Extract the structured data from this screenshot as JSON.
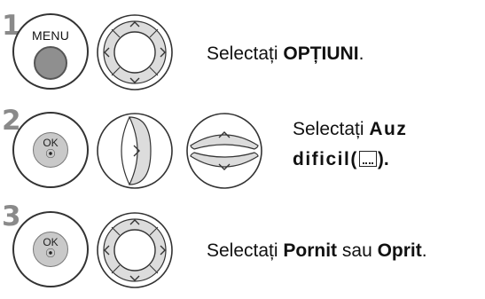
{
  "steps": [
    {
      "number": "1",
      "first_button": "menu-button",
      "first_label": "MENU",
      "pad": "four-way-navigation-pad",
      "instruction": {
        "prefix": "Selectați ",
        "bold": "OPȚIUNI",
        "suffix": "."
      }
    },
    {
      "number": "2",
      "first_button": "ok-button",
      "ok_label": "OK",
      "ok_symbol": "⦿",
      "pad": "right-arrow-button and up-down-arrow-buttons",
      "instruction": {
        "prefix": "Selectați ",
        "bold_line1": "Auz",
        "bold_line2": "dificil(",
        "icon": "closed-caption-icon",
        "suffix": ")."
      }
    },
    {
      "number": "3",
      "first_button": "ok-button",
      "ok_label": "OK",
      "ok_symbol": "⦿",
      "pad": "four-way-navigation-pad",
      "instruction": {
        "prefix": "Selectați ",
        "option1": "Pornit",
        "connector": " sau ",
        "option2": "Oprit",
        "suffix": "."
      }
    }
  ],
  "colors": {
    "step_number": "#8a8a8a",
    "button_gray": "#8f8f8f",
    "ok_fill": "#c9c9c9",
    "outline": "#333333"
  }
}
